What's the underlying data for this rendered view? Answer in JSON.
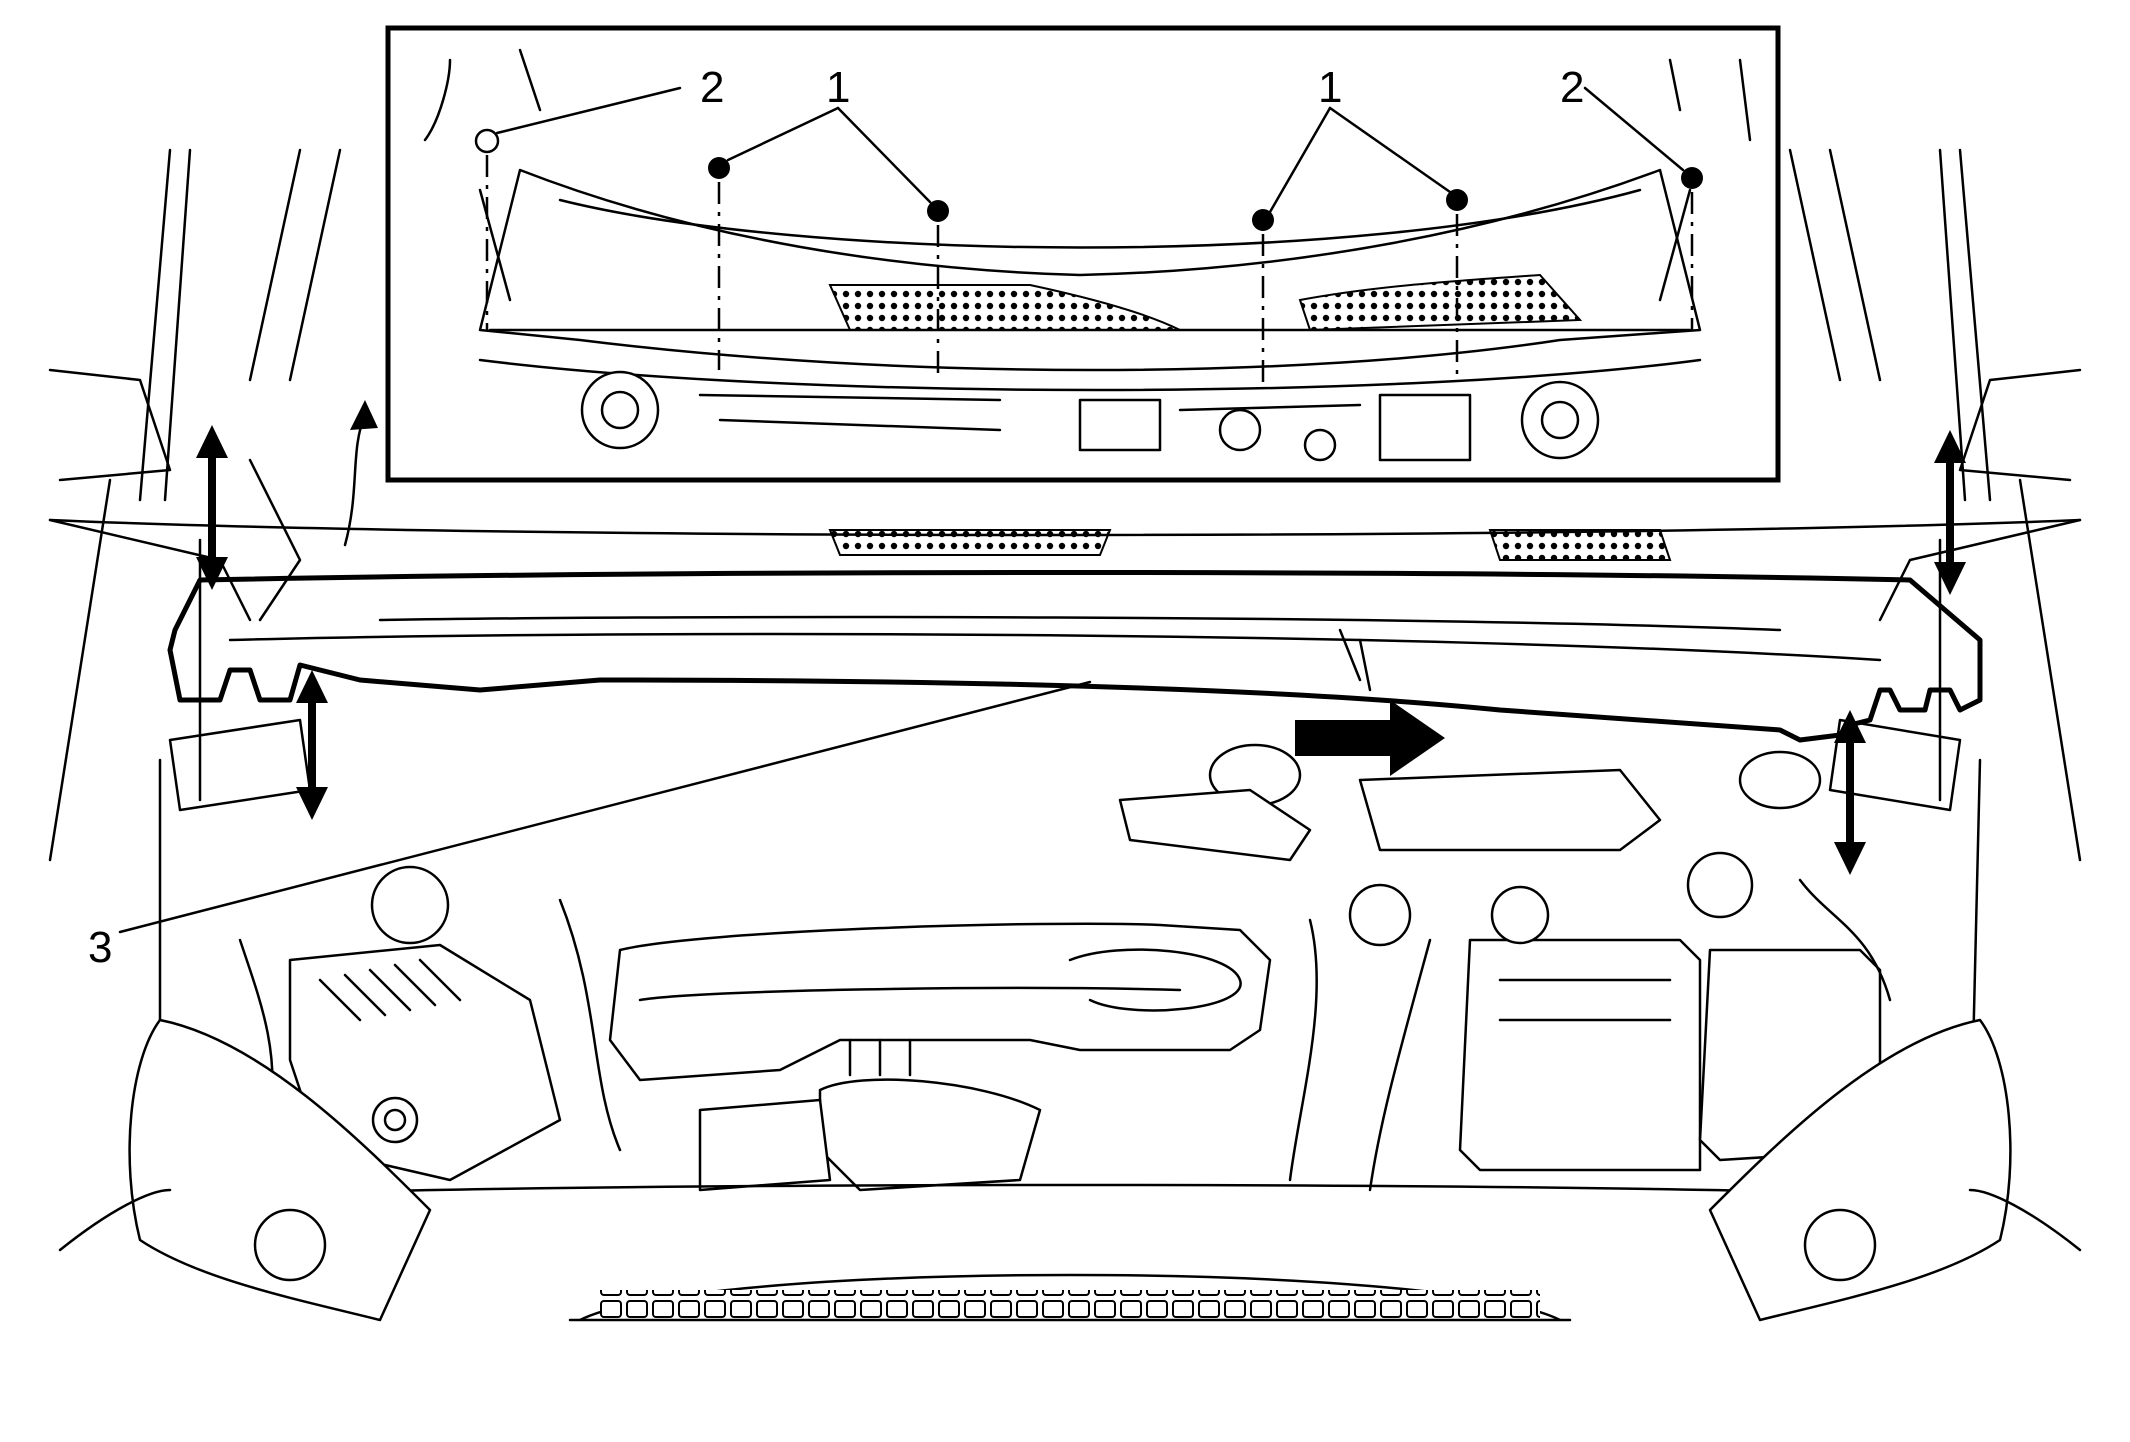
{
  "diagram": {
    "callouts": [
      {
        "id": "c1a",
        "text": "1"
      },
      {
        "id": "c1b",
        "text": "1"
      },
      {
        "id": "c2a",
        "text": "2"
      },
      {
        "id": "c2b",
        "text": "2"
      },
      {
        "id": "c3",
        "text": "3"
      }
    ],
    "colors": {
      "line": "#000000",
      "background": "#ffffff"
    }
  }
}
